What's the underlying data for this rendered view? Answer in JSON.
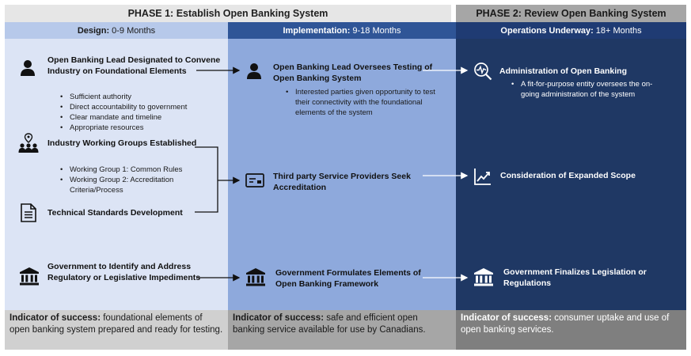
{
  "phases": {
    "phase1_title": "PHASE 1: Establish Open Banking System",
    "phase2_title": "PHASE 2: Review Open Banking System"
  },
  "columns": [
    {
      "label": "Design:",
      "period": "0-9 Months"
    },
    {
      "label": "Implementation:",
      "period": "9-18 Months"
    },
    {
      "label": "Operations Underway:",
      "period": "18+ Months"
    }
  ],
  "design": {
    "lead_title": "Open Banking Lead Designated to Convene Industry on Foundational Elements",
    "lead_bullets": [
      "Sufficient authority",
      "Direct accountability to government",
      "Clear mandate and timeline",
      "Appropriate resources"
    ],
    "groups_title": "Industry Working Groups Established",
    "groups_bullets": [
      "Working Group 1: Common Rules",
      "Working Group 2: Accreditation Criteria/Process"
    ],
    "standards_title": "Technical Standards Development",
    "gov_title": "Government to Identify and Address Regulatory or Legislative Impediments"
  },
  "implementation": {
    "lead_title": "Open Banking Lead Oversees Testing of Open Banking System",
    "lead_bullets": [
      "Interested parties given opportunity to test their connectivity with the foundational elements of the system"
    ],
    "tpp_title": "Third party Service Providers Seek Accreditation",
    "gov_title": "Government Formulates Elements of Open Banking Framework"
  },
  "operations": {
    "admin_title": "Administration of Open Banking",
    "admin_bullets": [
      "A fit-for-purpose entity oversees the on-going administration of the system"
    ],
    "scope_title": "Consideration of Expanded Scope",
    "gov_title": "Government Finalizes Legislation or Regulations"
  },
  "footers": [
    {
      "label": "Indicator of success:",
      "text": " foundational elements of open banking system prepared and ready for testing."
    },
    {
      "label": "Indicator of success:",
      "text": " safe and efficient open banking service available for use by Canadians."
    },
    {
      "label": "Indicator of success:",
      "text": " consumer uptake and use of open banking services."
    }
  ],
  "icons": [
    "person-icon",
    "location-group-icon",
    "document-icon",
    "government-building-icon",
    "accreditation-card-icon",
    "magnifier-pulse-icon",
    "trend-chart-icon"
  ],
  "colors": {
    "design_bg": "#dce4f5",
    "implementation_bg": "#8ea9dc",
    "operations_bg": "#1f3864",
    "implementation_header": "#2f5597",
    "operations_header": "#1f3b73"
  }
}
